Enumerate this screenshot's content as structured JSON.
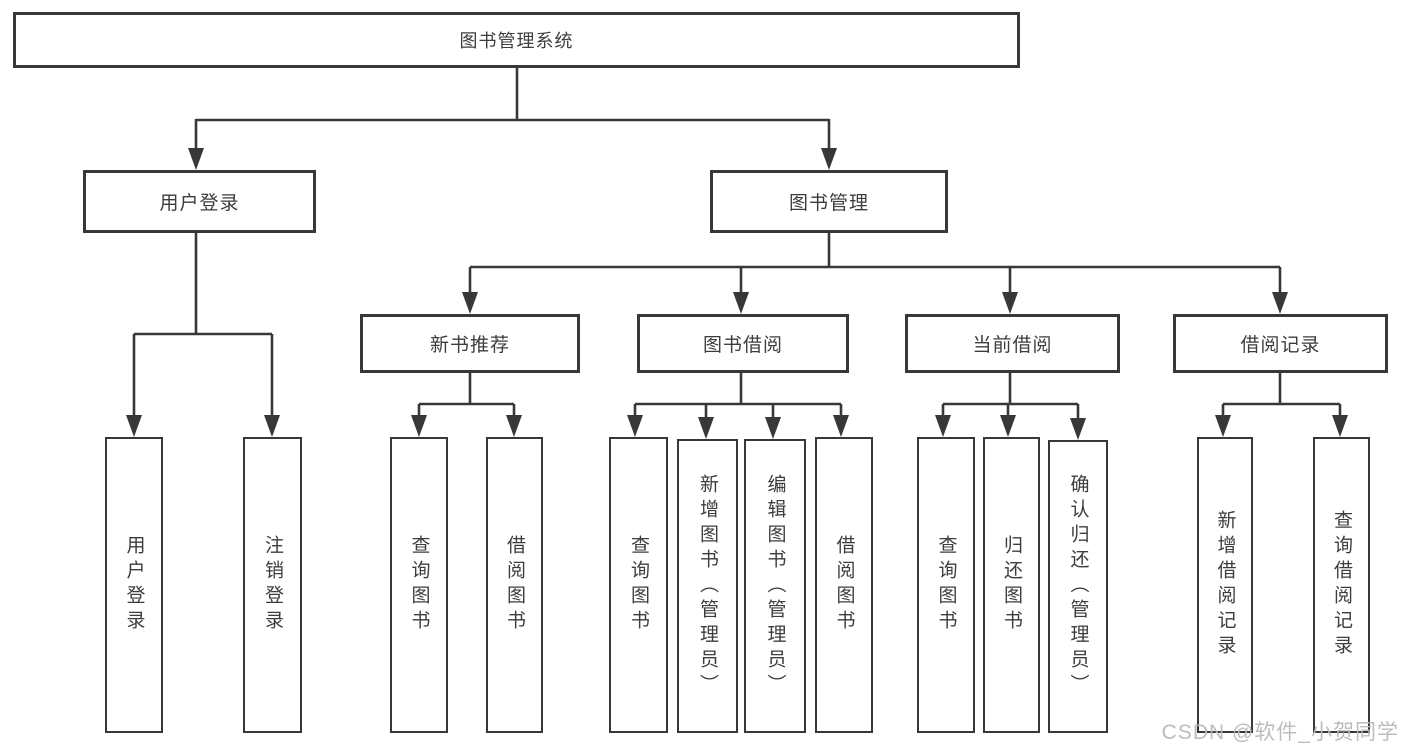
{
  "tree": {
    "label": "图书管理系统",
    "children": [
      {
        "label": "用户登录",
        "children": [
          {
            "label": "用户登录"
          },
          {
            "label": "注销登录"
          }
        ]
      },
      {
        "label": "图书管理",
        "children": [
          {
            "label": "新书推荐",
            "children": [
              {
                "label": "查询图书"
              },
              {
                "label": "借阅图书"
              }
            ]
          },
          {
            "label": "图书借阅",
            "children": [
              {
                "label": "查询图书"
              },
              {
                "label": "新增图书（管理员）"
              },
              {
                "label": "编辑图书（管理员）"
              },
              {
                "label": "借阅图书"
              }
            ]
          },
          {
            "label": "当前借阅",
            "children": [
              {
                "label": "查询图书"
              },
              {
                "label": "归还图书"
              },
              {
                "label": "确认归还（管理员）"
              }
            ]
          },
          {
            "label": "借阅记录",
            "children": [
              {
                "label": "新增借阅记录"
              },
              {
                "label": "查询借阅记录"
              }
            ]
          }
        ]
      }
    ]
  },
  "watermark": "CSDN @软件_小贺同学",
  "colors": {
    "line": "#383838",
    "box_border": "#383838",
    "text": "#3d3d3d",
    "background": "#ffffff",
    "watermark": "#b9b9b9"
  }
}
